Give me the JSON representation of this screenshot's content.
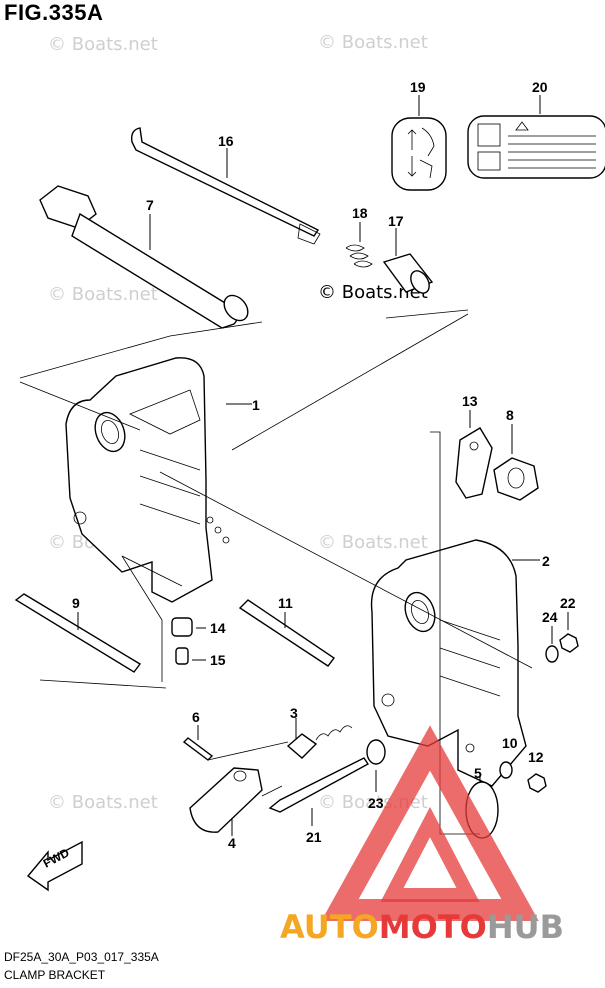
{
  "figure": {
    "title": "FIG.335A",
    "code": "DF25A_30A_P03_017_335A",
    "name": "CLAMP BRACKET"
  },
  "callouts": [
    {
      "id": "c1",
      "label": "1"
    },
    {
      "id": "c2",
      "label": "2"
    },
    {
      "id": "c3",
      "label": "3"
    },
    {
      "id": "c4",
      "label": "4"
    },
    {
      "id": "c5",
      "label": "5"
    },
    {
      "id": "c6",
      "label": "6"
    },
    {
      "id": "c7",
      "label": "7"
    },
    {
      "id": "c8",
      "label": "8"
    },
    {
      "id": "c9",
      "label": "9"
    },
    {
      "id": "c10",
      "label": "10"
    },
    {
      "id": "c11",
      "label": "11"
    },
    {
      "id": "c12",
      "label": "12"
    },
    {
      "id": "c13",
      "label": "13"
    },
    {
      "id": "c14",
      "label": "14"
    },
    {
      "id": "c15",
      "label": "15"
    },
    {
      "id": "c16",
      "label": "16"
    },
    {
      "id": "c17",
      "label": "17"
    },
    {
      "id": "c18",
      "label": "18"
    },
    {
      "id": "c19",
      "label": "19"
    },
    {
      "id": "c20",
      "label": "20"
    },
    {
      "id": "c21",
      "label": "21"
    },
    {
      "id": "c22",
      "label": "22"
    },
    {
      "id": "c23",
      "label": "23"
    },
    {
      "id": "c24",
      "label": "24"
    }
  ],
  "fwd_label": "FWD",
  "watermark": {
    "faint_text": "© Boats.net",
    "dark_text": "© Boats.net"
  },
  "brand": {
    "part1": "AUTO",
    "part2": "MOTO",
    "part3": "HUB",
    "color_orange": "#f5a623",
    "color_red": "#e63a3a",
    "color_gray": "#9a9a9a"
  }
}
